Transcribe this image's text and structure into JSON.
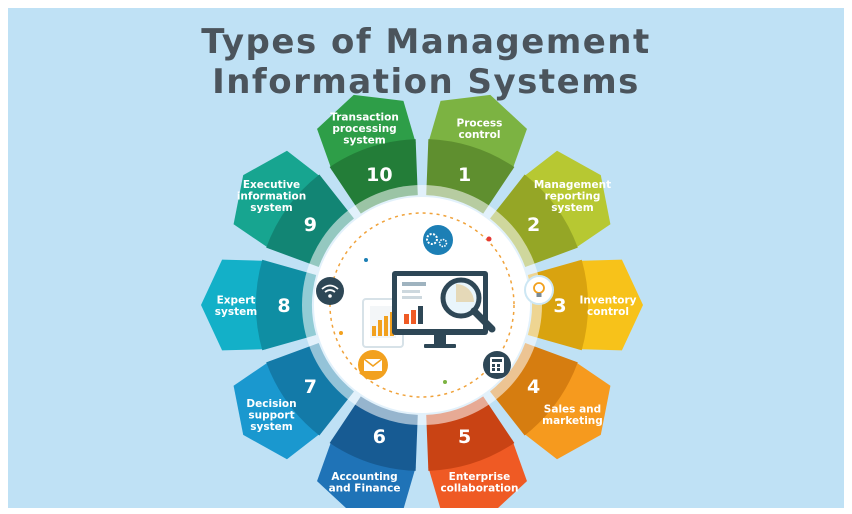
{
  "title": {
    "line1": "Types of Management",
    "line2": "Information Systems"
  },
  "colors": {
    "background": "#bfe1f5",
    "title_text": "#4b545c"
  },
  "segments": [
    {
      "number": "1",
      "lines": [
        "Process",
        "control"
      ],
      "color": "#7cb342",
      "dark": "#5f8f2f"
    },
    {
      "number": "2",
      "lines": [
        "Management",
        "reporting",
        "system"
      ],
      "color": "#b7c832",
      "dark": "#95a626"
    },
    {
      "number": "3",
      "lines": [
        "Inventory",
        "control"
      ],
      "color": "#f7c21a",
      "dark": "#d9a30f"
    },
    {
      "number": "4",
      "lines": [
        "Sales and",
        "marketing"
      ],
      "color": "#f69a1e",
      "dark": "#d67d10"
    },
    {
      "number": "5",
      "lines": [
        "Enterprise",
        "collaboration"
      ],
      "color": "#ef5a24",
      "dark": "#c94314"
    },
    {
      "number": "6",
      "lines": [
        "Accounting",
        "and Finance"
      ],
      "color": "#1f73b7",
      "dark": "#175b93"
    },
    {
      "number": "7",
      "lines": [
        "Decision",
        "support",
        "system"
      ],
      "color": "#1a98cf",
      "dark": "#137aa8"
    },
    {
      "number": "8",
      "lines": [
        "Expert",
        "system"
      ],
      "color": "#13b0c8",
      "dark": "#0f8ea3"
    },
    {
      "number": "9",
      "lines": [
        "Executive",
        "information",
        "system"
      ],
      "color": "#17a590",
      "dark": "#128574"
    },
    {
      "number": "10",
      "lines": [
        "Transaction",
        "processing",
        "system"
      ],
      "color": "#2e9e48",
      "dark": "#237d38"
    }
  ],
  "center_icons": [
    "gears-icon",
    "lightbulb-icon",
    "calculator-icon",
    "envelope-icon",
    "wifi-icon",
    "tablet-chart-icon",
    "monitor-chart-icon",
    "magnifier-icon"
  ]
}
